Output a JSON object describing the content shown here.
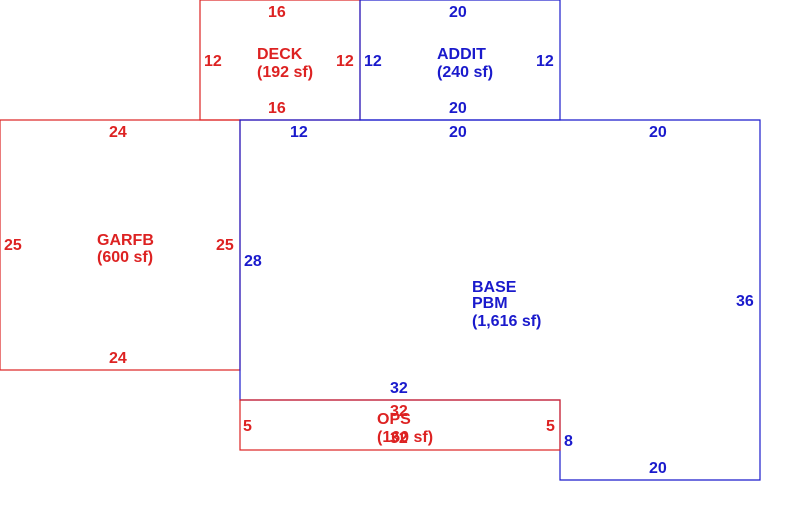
{
  "colors": {
    "red": "#dd2222",
    "blue": "#1a1acc",
    "background": "#ffffff"
  },
  "areas": {
    "deck": {
      "name": "DECK",
      "area": "(192 sf)",
      "color": "red",
      "dims": {
        "top": "16",
        "bottom": "16",
        "left": "12",
        "right": "12"
      }
    },
    "addit": {
      "name": "ADDIT",
      "area": "(240 sf)",
      "color": "blue",
      "dims": {
        "top": "20",
        "bottom": "20",
        "left": "12",
        "right": "12"
      }
    },
    "garfb": {
      "name": "GARFB",
      "area": "(600 sf)",
      "color": "red",
      "dims": {
        "top": "24",
        "bottom": "24",
        "left": "25",
        "right": "25"
      }
    },
    "base": {
      "name_line1": "BASE",
      "name_line2": "PBM",
      "area": "(1,616 sf)",
      "color": "blue",
      "dims": {
        "top_left": "12",
        "top_mid": "20",
        "top_right": "20",
        "left": "28",
        "right": "36",
        "inner_bottom": "32",
        "step": "8",
        "bottom_right": "20"
      }
    },
    "ops": {
      "name": "OPS",
      "area": "(160 sf)",
      "color": "red",
      "dims": {
        "top": "32",
        "bottom": "32",
        "left": "5",
        "right": "5"
      }
    }
  }
}
